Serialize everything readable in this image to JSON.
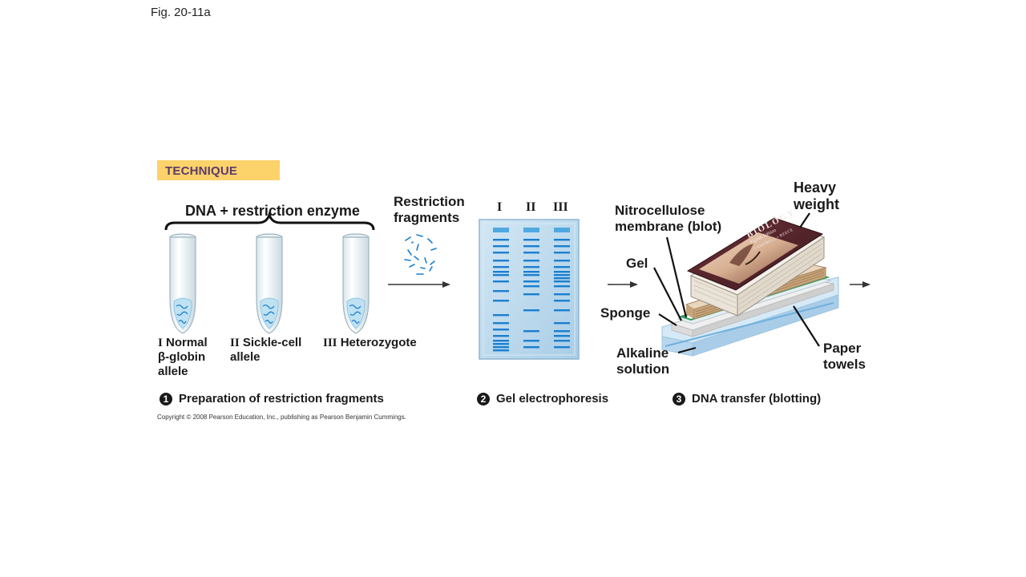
{
  "figure_label": "Fig. 20-11a",
  "technique_label": "TECHNIQUE",
  "dna_enzyme_label": "DNA + restriction enzyme",
  "restriction_fragments_label": [
    "Restriction",
    "fragments"
  ],
  "lanes": [
    "I",
    "II",
    "III"
  ],
  "tubes": [
    {
      "numeral": "I",
      "lines": [
        "Normal",
        "β-globin",
        "allele"
      ]
    },
    {
      "numeral": "II",
      "lines": [
        "Sickle-cell",
        "allele"
      ]
    },
    {
      "numeral": "III",
      "lines": [
        "Heterozygote"
      ]
    }
  ],
  "blot_labels": {
    "heavy_weight": [
      "Heavy",
      "weight"
    ],
    "nitrocellulose": [
      "Nitrocellulose",
      "membrane (blot)"
    ],
    "gel": "Gel",
    "sponge": "Sponge",
    "alkaline": [
      "Alkaline",
      "solution"
    ],
    "paper_towels": [
      "Paper",
      "towels"
    ]
  },
  "book": {
    "title": "BIOLOGY",
    "edition": "Eighth Edition",
    "authors": "CAMPBELL • REECE"
  },
  "steps": [
    {
      "num": "1",
      "label": "Preparation of restriction fragments"
    },
    {
      "num": "2",
      "label": "Gel electrophoresis"
    },
    {
      "num": "3",
      "label": "DNA transfer (blotting)"
    }
  ],
  "copyright": "Copyright © 2008 Pearson Education, Inc., publishing as Pearson Benjamin Cummings.",
  "colors": {
    "technique_bg": "#fcd26a",
    "technique_text": "#5a3a6e",
    "band_blue": "#1a7fd0",
    "gel_blue": "#b9d8ee",
    "book_maroon": "#5a2a30",
    "paper_tan": "#c8a47a",
    "membrane_green": "#2f9a5a"
  }
}
